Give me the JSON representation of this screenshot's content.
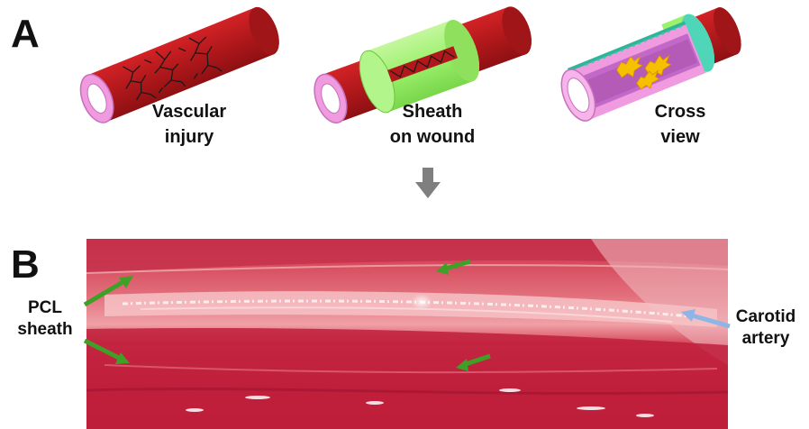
{
  "panels": {
    "a": {
      "letter": "A",
      "illustrations": [
        {
          "caption_line1": "Vascular",
          "caption_line2": "injury"
        },
        {
          "caption_line1": "Sheath",
          "caption_line2": "on wound"
        },
        {
          "caption_line1": "Cross",
          "caption_line2": "view"
        }
      ]
    },
    "b": {
      "letter": "B",
      "left_label_line1": "PCL",
      "left_label_line2": "sheath",
      "right_label_line1": "Carotid",
      "right_label_line2": "artery"
    }
  },
  "colors": {
    "artery_red": "#b0181b",
    "artery_dark": "#7a0c0e",
    "lumen_pink": "#f09adf",
    "sheath_green": "#9bf06c",
    "arrow_green": "#3fa028",
    "arrow_blue": "#8fb4e6",
    "flow_arrow_gray": "#7f7f7f",
    "marker_yellow": "#f5c000"
  },
  "icons": [
    "down-arrow-icon",
    "green-arrow-icon",
    "blue-arrow-icon"
  ]
}
